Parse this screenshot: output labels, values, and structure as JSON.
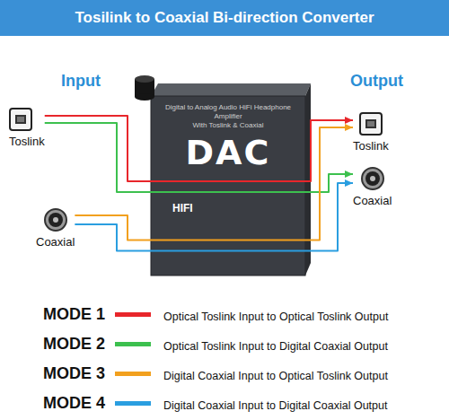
{
  "diagram": {
    "title": "Tosilink to Coaxial Bi-direction Converter",
    "nodes": [
      {
        "text": [
          "Toslink"
        ]
      },
      {
        "text": [
          "Coaxial"
        ]
      },
      {
        "text": [
          "Digital to Analog Audio HiFi Headphone Amplifier",
          "With Toslink & Coaxial",
          "DAC",
          "HIFI"
        ]
      },
      {
        "text": [
          "Toslink"
        ]
      },
      {
        "text": [
          "Coaxial"
        ]
      }
    ],
    "edges": [
      {
        "from": 0,
        "to": 3,
        "arrow": "to"
      },
      {
        "from": 0,
        "to": 4,
        "arrow": "to"
      },
      {
        "from": 1,
        "to": 3,
        "arrow": "to"
      },
      {
        "from": 1,
        "to": 4,
        "arrow": "to"
      }
    ],
    "labels": [
      "Input",
      "Output",
      "MODE 1",
      "MODE 2",
      "MODE 3",
      "MODE 4"
    ],
    "legend": [
      {
        "text": "Optical Toslink Input to Optical Toslink Output",
        "color": "#e8262b"
      },
      {
        "text": "Optical Toslink Input to Digital Coaxial Output",
        "color": "#3cc04e"
      },
      {
        "text": "Digital Coaxial Input to Optical Toslink Output",
        "color": "#f2a01e"
      },
      {
        "text": "Digital Coaxial Input to Digital Coaxial Output",
        "color": "#2a9ee0"
      }
    ]
  }
}
